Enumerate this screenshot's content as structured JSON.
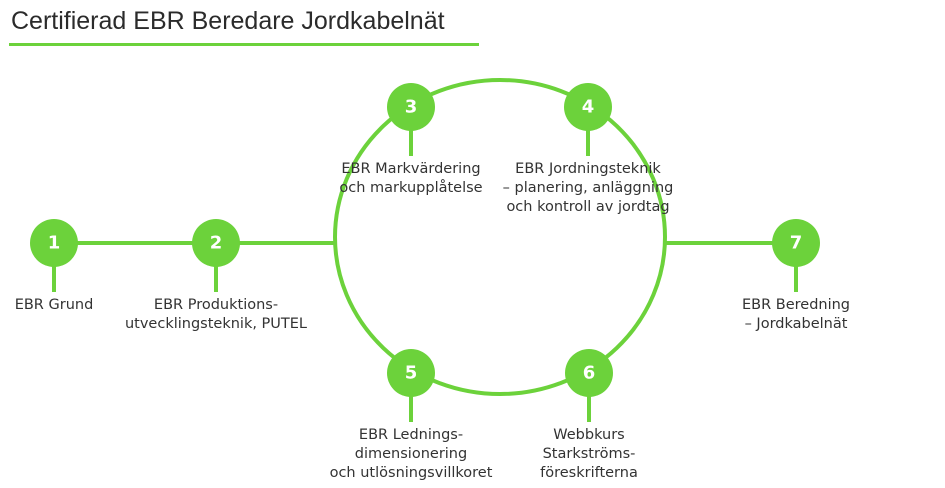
{
  "title": "Certifierad EBR Beredare Jordkabelnät",
  "accent_color": "#6cd23b",
  "steps": [
    {
      "number": "1",
      "label_lines": [
        "EBR Grund"
      ]
    },
    {
      "number": "2",
      "label_lines": [
        "EBR Produktions-",
        "utvecklingsteknik, PUTEL"
      ]
    },
    {
      "number": "3",
      "label_lines": [
        "EBR Markvärdering",
        "och markupplåtelse"
      ]
    },
    {
      "number": "4",
      "label_lines": [
        "EBR Jordningsteknik",
        "– planering, anläggning",
        "och kontroll av jordtag"
      ]
    },
    {
      "number": "5",
      "label_lines": [
        "EBR Lednings-",
        "dimensionering",
        "och utlösningsvillkoret"
      ]
    },
    {
      "number": "6",
      "label_lines": [
        "Webbkurs",
        "Starkströms-",
        "föreskrifterna"
      ]
    },
    {
      "number": "7",
      "label_lines": [
        "EBR Beredning",
        "– Jordkabelnät"
      ]
    }
  ]
}
